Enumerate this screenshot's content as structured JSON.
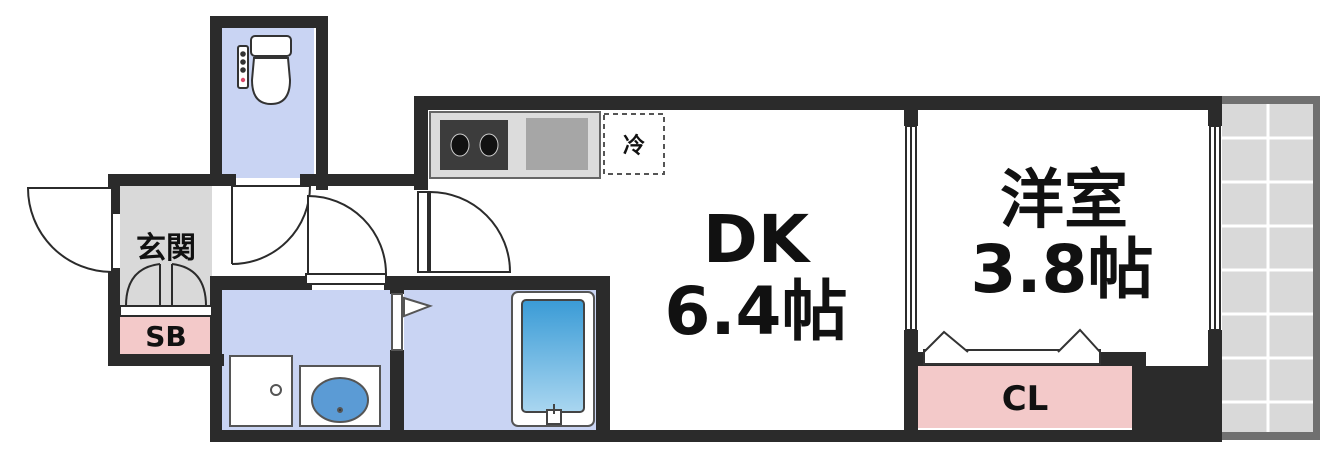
{
  "floorplan": {
    "rooms": {
      "dk": {
        "name": "DK",
        "size": "6.4帖"
      },
      "western_room": {
        "name": "洋室",
        "size": "3.8帖"
      },
      "entrance": {
        "name": "玄関"
      },
      "shoe_box": {
        "name": "SB"
      },
      "closet": {
        "name": "CL"
      },
      "fridge": {
        "name": "冷"
      }
    },
    "colors": {
      "wall": "#2b2b2b",
      "wet_area": "#c9d4f3",
      "storage": "#f3c9c9",
      "entrance_floor": "#d9d9d9",
      "balcony": "#d7d7d7",
      "bathtub": "#3a9bd6"
    }
  }
}
